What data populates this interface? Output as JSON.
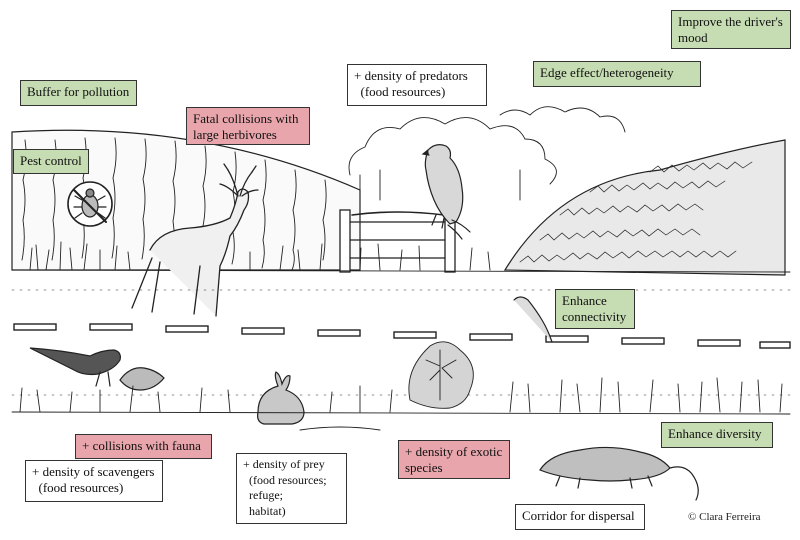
{
  "labels": {
    "improve_mood": "Improve the driver's mood",
    "buffer_pollution": "Buffer for pollution",
    "predators": "+ density of predators (food resources)",
    "edge_effect": "Edge effect/heterogeneity",
    "fatal_collisions": "Fatal collisions with large herbivores",
    "pest_control": "Pest control",
    "enhance_connectivity": "Enhance connectivity",
    "collisions_fauna": "+ collisions with fauna",
    "scavengers": "+ density of scavengers (food resources)",
    "prey": "+ density of prey (food resources; refuge; habitat)",
    "exotic_species": "+ density of exotic species",
    "enhance_diversity": "Enhance diversity",
    "corridor": "Corridor for dispersal"
  },
  "label_lines": {
    "improve_mood": [
      "Improve the driver's",
      "mood"
    ],
    "predators": [
      "+ density of predators",
      "  (food resources)"
    ],
    "fatal_collisions": [
      "Fatal collisions with",
      "large herbivores"
    ],
    "enhance_connectivity": [
      "Enhance",
      "connectivity"
    ],
    "scavengers": [
      "+ density of scavengers",
      "  (food resources)"
    ],
    "prey": [
      "+ density of prey",
      "  (food resources;",
      "  refuge;",
      "  habitat)"
    ],
    "exotic_species": [
      "+ density of exotic",
      "species"
    ]
  },
  "copyright": "© Clara Ferreira",
  "colors": {
    "green_box": "#c6dcb2",
    "red_box": "#e8a6ac",
    "white_box": "#ffffff",
    "ink": "#222222"
  }
}
